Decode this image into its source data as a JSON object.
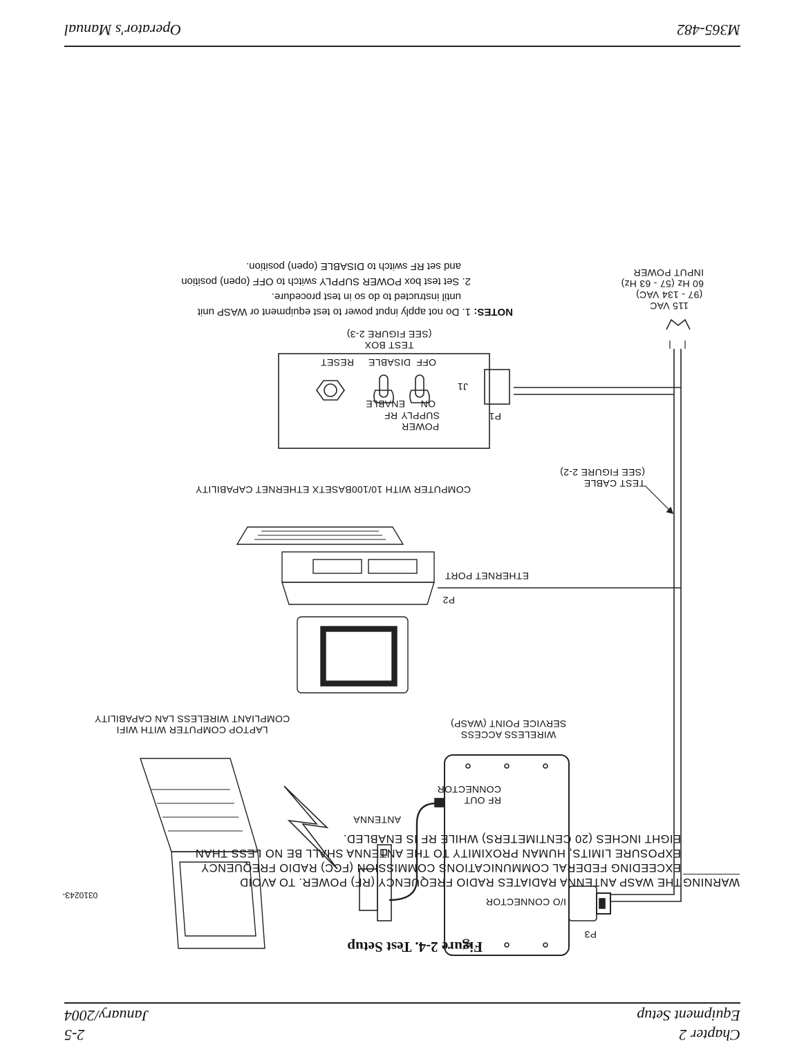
{
  "header": {
    "chapter": "Chapter 2",
    "section": "Equipment Setup",
    "page_number": "2-5",
    "date": "January/2004"
  },
  "figure": {
    "caption": "Figure 2-4.  Test Setup",
    "drawing_number": "031024З-"
  },
  "warning": {
    "label": "WARNING:",
    "lines": [
      "THE WASP ANTENNA RADIATES RADIO FREQUENCY (RF) POWER.  TO AVOID",
      "EXCEEDING FEDERAL COMMUNICATIONS COMMISSION (FCC) RADIO FREQUENCY",
      "EXPOSURE LIMITS, HUMAN PROXIMITY TO THE ANTENNA SHALL BE NO LESS THAN",
      "EIGHT INCHES (20 CENTIMETERS) WHILE RF IS ENABLED."
    ]
  },
  "notes": {
    "title": "NOTES:",
    "lines": [
      "1. Do not apply input power to test equipment or WASP unit",
      "until instructed to do so in test procedure.",
      "2. Set test box POWER SUPPLY switch to OFF (open) position",
      "and set RF switch to DISABLE (open) position."
    ]
  },
  "input_power": {
    "lines": [
      "115 VAC",
      "(97 - 134 VAC)",
      "60 Hz (57 - 63 Hz)",
      "INPUT POWER"
    ]
  },
  "test_box": {
    "lines": [
      "TEST BOX",
      "(SEE FIGURE 2-3)"
    ],
    "j1": "J1",
    "p1": "P1",
    "power_supply_label": [
      "POWER",
      "SUPPLY"
    ],
    "rf_label": "RF",
    "off": "OFF",
    "on": "ON",
    "disable": "DISABLE",
    "enable": "ENABLE",
    "reset": "RESET"
  },
  "test_cable": {
    "lines": [
      "TEST CABLE",
      "(SEE FIGURE 2-2)"
    ]
  },
  "computer": {
    "label": "COMPUTER WITH 10/100BASETX ETHERNET CAPABILITY",
    "ethernet_port": "ETHERNET PORT",
    "p2": "P2"
  },
  "wasp": {
    "lines": [
      "WIRELESS ACCESS",
      "SERVICE POINT (WASP)"
    ],
    "rf_out": [
      "RF OUT",
      "CONNECTOR"
    ],
    "io": "I/O CONNECTOR",
    "p3": "P3"
  },
  "antenna": {
    "label": "ANTENNA"
  },
  "laptop": {
    "lines": [
      "LAPTOP COMPUTER WITH WIFI",
      "COMPLIANT WIRELESS LAN CAPABILITY"
    ]
  },
  "footer": {
    "doc_number": "M365-482",
    "manual": "Operator's Manual"
  }
}
